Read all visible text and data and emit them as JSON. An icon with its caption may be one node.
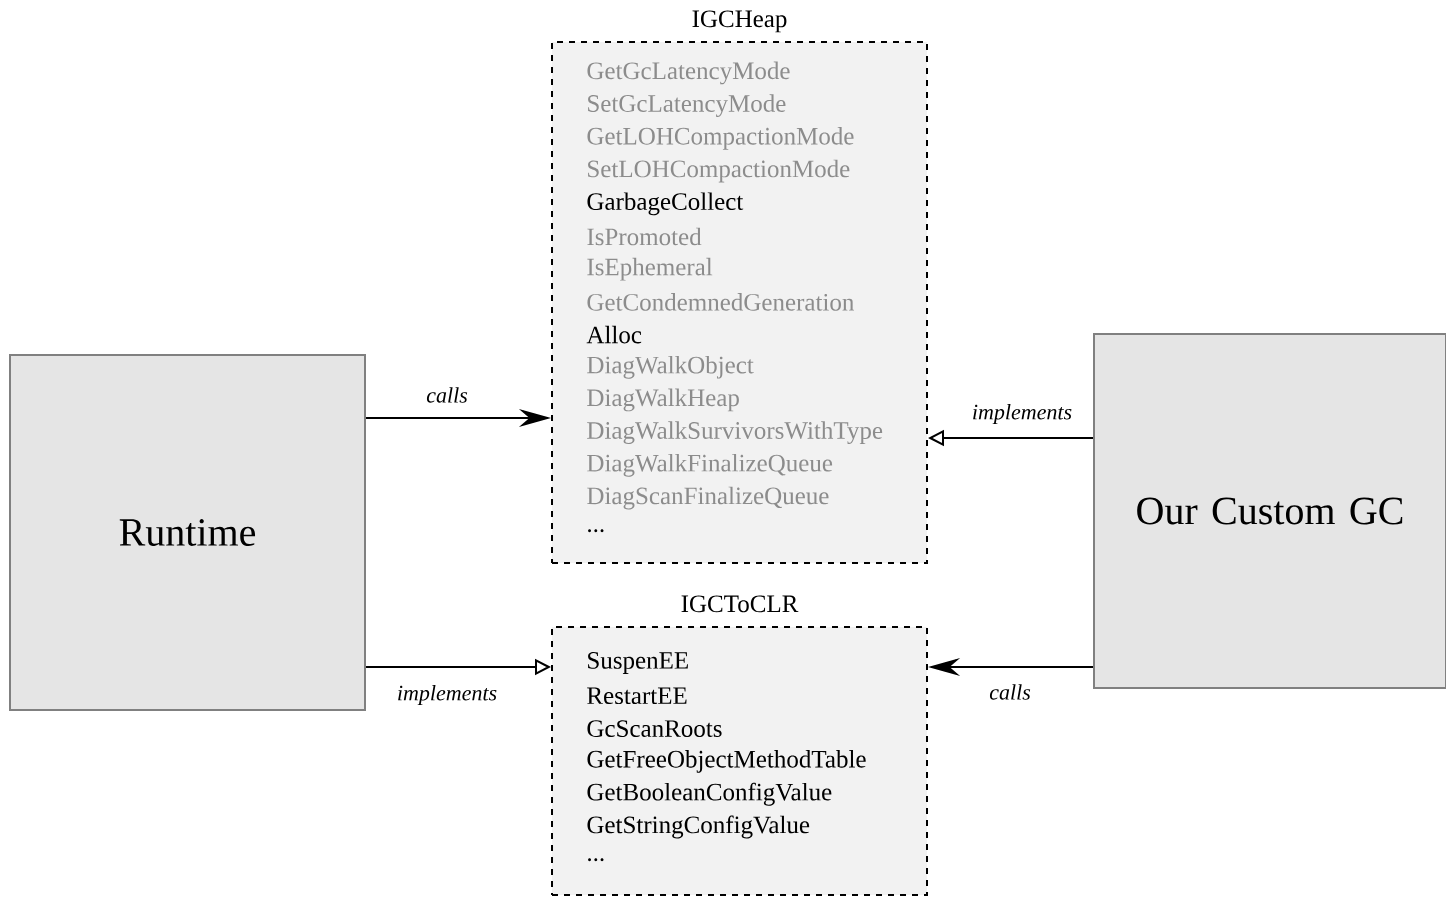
{
  "diagram": {
    "nodes": [
      {
        "text": [
          "Runtime"
        ]
      },
      {
        "text": [
          "IGCHeap",
          "GetGcLatencyMode",
          "SetGcLatencyMode",
          "GetLOHCompactionMode",
          "SetLOHCompactionMode",
          "GarbageCollect",
          "IsPromoted",
          "IsEphemeral",
          "GetCondemnedGeneration",
          "Alloc",
          "DiagWalkObject",
          "DiagWalkHeap",
          "DiagWalkSurvivorsWithType",
          "DiagWalkFinalizeQueue",
          "DiagScanFinalizeQueue",
          "..."
        ]
      },
      {
        "text": [
          "IGCToCLR",
          "SuspenEE",
          "RestartEE",
          "GcScanRoots",
          "GetFreeObjectMethodTable",
          "GetBooleanConfigValue",
          "GetStringConfigValue",
          "..."
        ]
      },
      {
        "text": [
          "Our Custom GC"
        ]
      }
    ],
    "edges": [
      {
        "from": 0,
        "to": 1,
        "arrow": "to",
        "label": "calls"
      },
      {
        "from": 3,
        "to": 1,
        "arrow": "to",
        "label": "implements"
      },
      {
        "from": 0,
        "to": 2,
        "arrow": "to",
        "label": "implements"
      },
      {
        "from": 3,
        "to": 2,
        "arrow": "to",
        "label": "calls"
      }
    ]
  }
}
